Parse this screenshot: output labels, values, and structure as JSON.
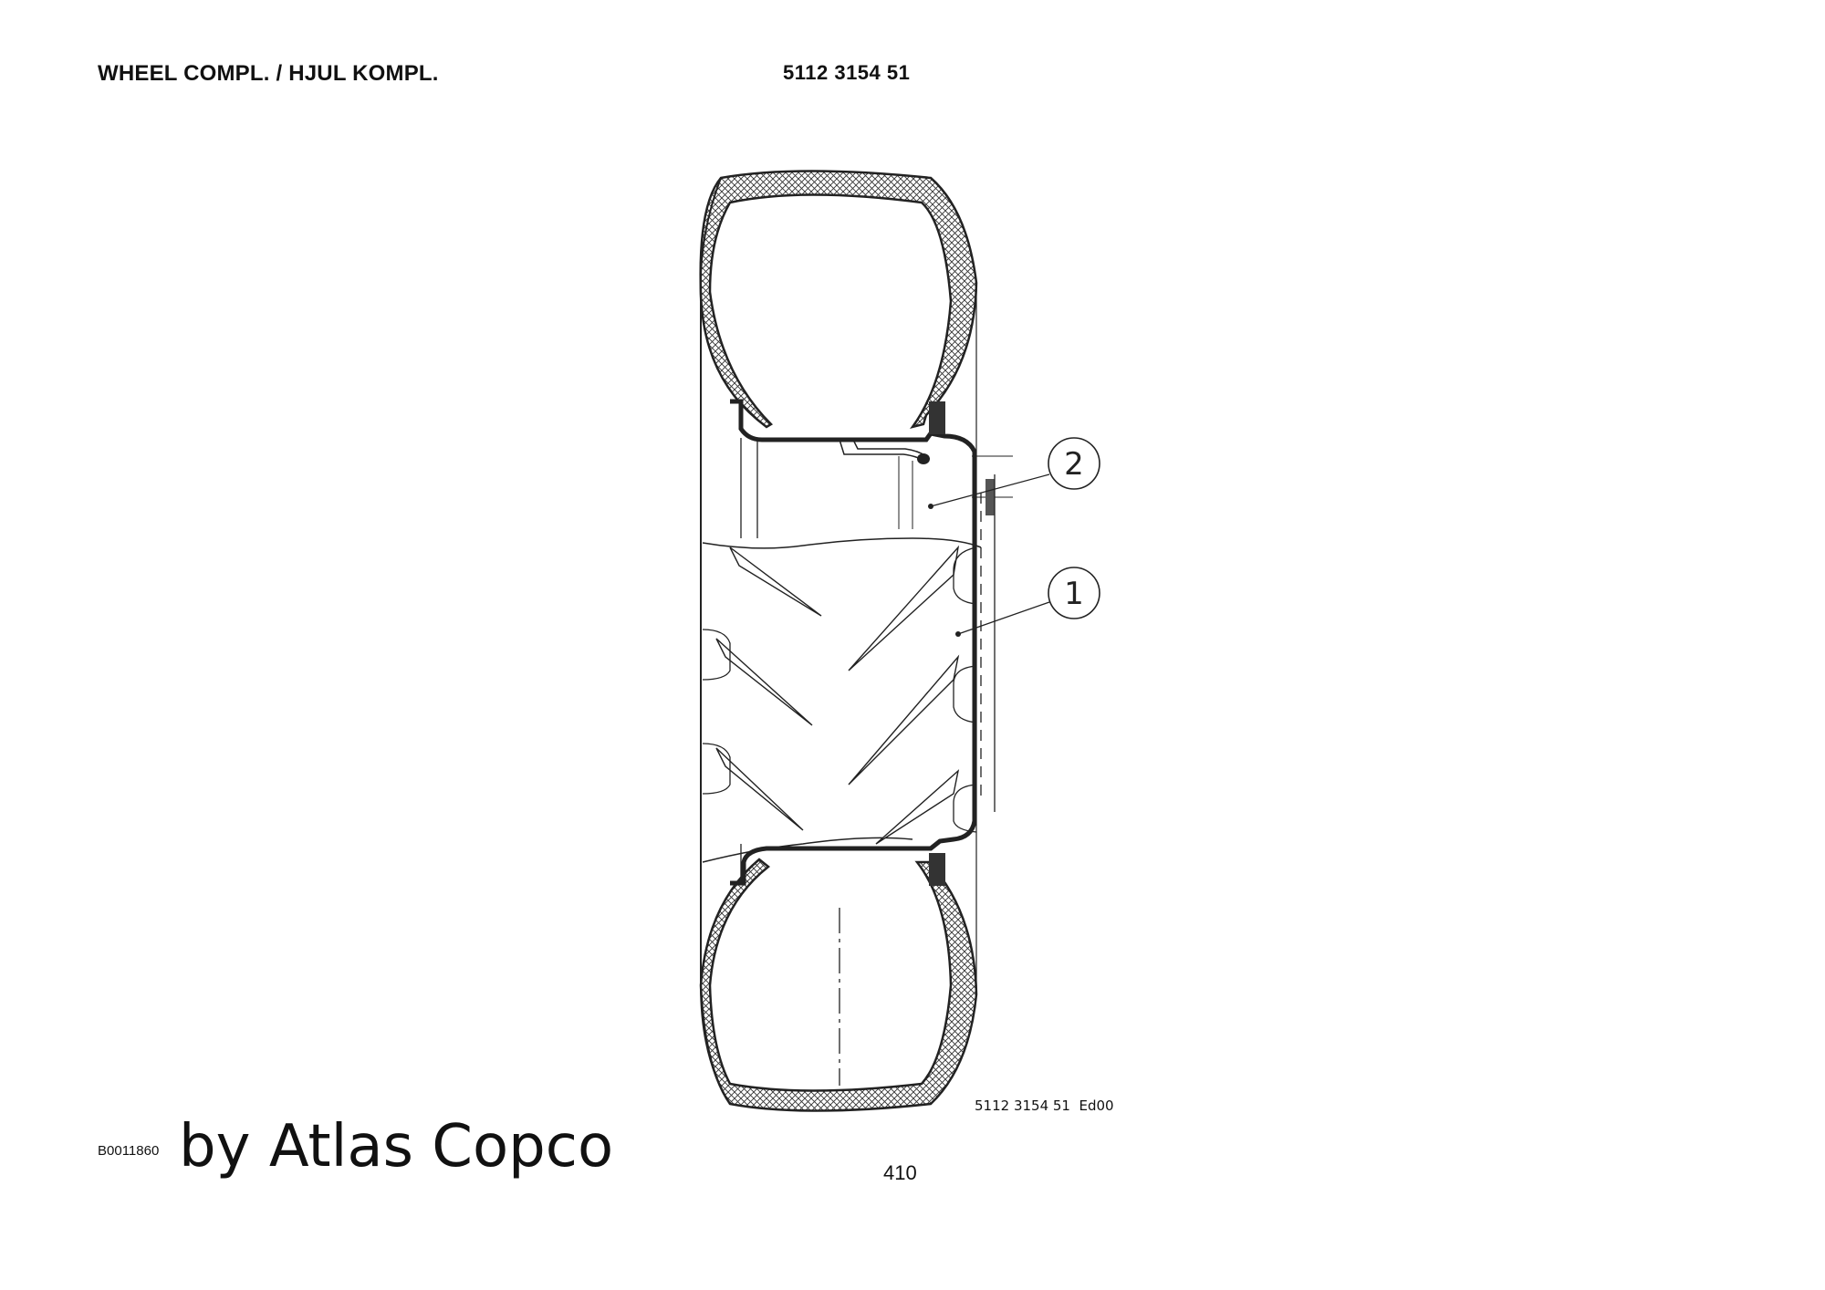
{
  "header": {
    "title": "WHEEL COMPL. / HJUL KOMPL.",
    "part_number": "5112 3154 51"
  },
  "drawing": {
    "callouts": [
      {
        "label": "2"
      },
      {
        "label": "1"
      }
    ],
    "reference": "5112 3154 51  Ed00"
  },
  "footer": {
    "doc_code": "B0011860",
    "brand": "by Atlas Copco",
    "page_number": "410"
  }
}
